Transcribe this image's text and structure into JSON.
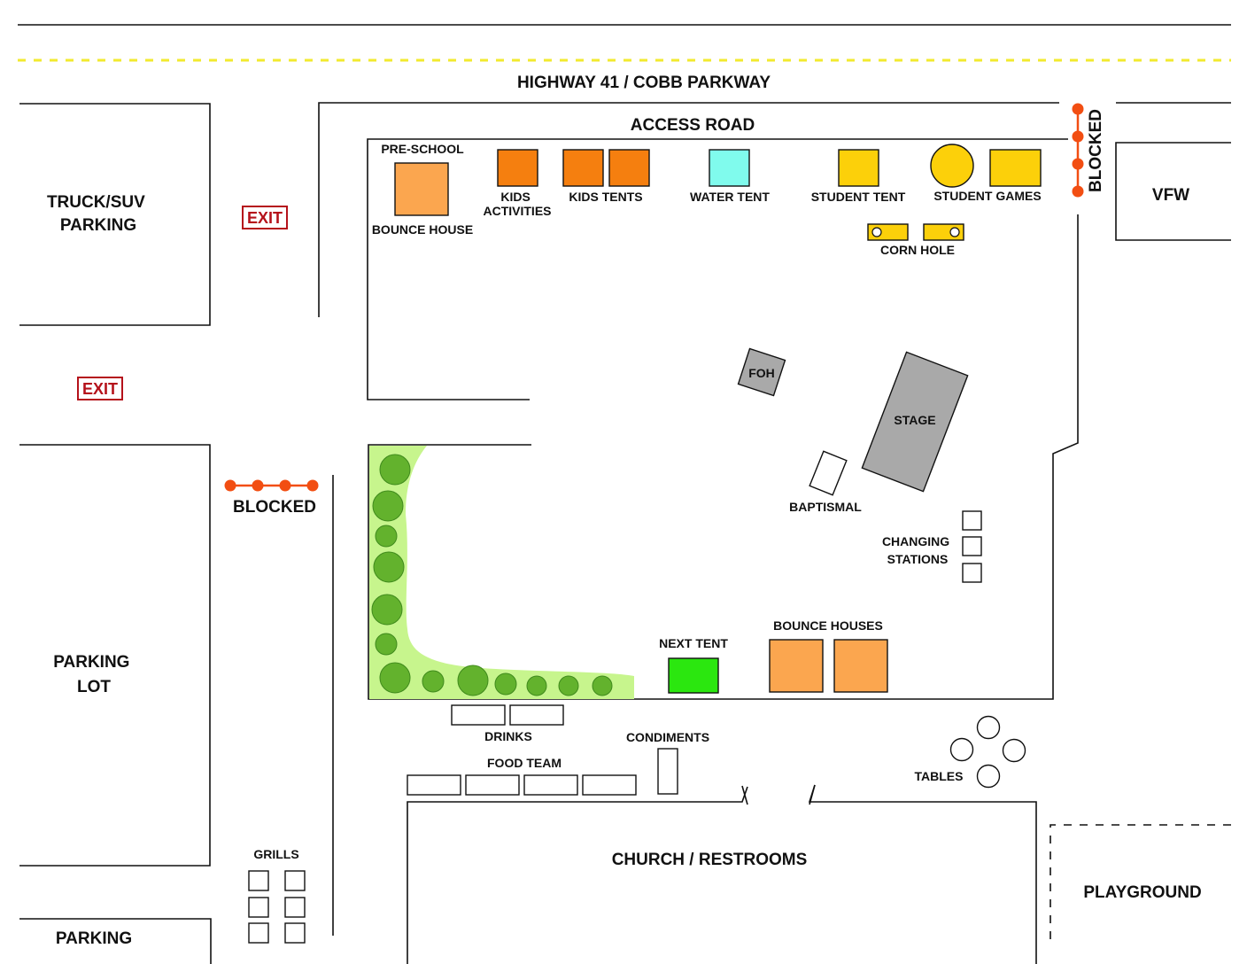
{
  "roads": {
    "highway": "HIGHWAY 41 / COBB PARKWAY",
    "access_road": "ACCESS ROAD"
  },
  "areas": {
    "truck_suv_parking": [
      "TRUCK/SUV",
      "PARKING"
    ],
    "parking_lot": [
      "PARKING",
      "LOT"
    ],
    "parking_bottom": "PARKING",
    "vfw": "VFW",
    "church": "CHURCH / RESTROOMS",
    "playground": "PLAYGROUND"
  },
  "exits": {
    "label": "EXIT"
  },
  "blocked": {
    "label": "BLOCKED"
  },
  "stations": {
    "pre_school": "PRE-SCHOOL",
    "bounce_house": "BOUNCE HOUSE",
    "kids_activities": [
      "KIDS",
      "ACTIVITIES"
    ],
    "kids_tents": "KIDS TENTS",
    "water_tent": "WATER TENT",
    "student_tent": "STUDENT TENT",
    "student_games": "STUDENT GAMES",
    "corn_hole": "CORN HOLE",
    "foh": "FOH",
    "stage": "STAGE",
    "baptismal": "BAPTISMAL",
    "changing_stations": [
      "CHANGING",
      "STATIONS"
    ],
    "bounce_houses": "BOUNCE HOUSES",
    "next_tent": "NEXT TENT",
    "drinks": "DRINKS",
    "condiments": "CONDIMENTS",
    "food_team": "FOOD TEAM",
    "tables": "TABLES",
    "grills": "GRILLS"
  },
  "colors": {
    "orange_light": "#fba64f",
    "orange": "#f57f0f",
    "cyan": "#80fbed",
    "yellow": "#fcd00a",
    "green": "#2be70f",
    "gray": "#a9a9a9",
    "lawn": "#c7f58d",
    "tree": "#63b22d",
    "blocked_marker": "#f24e12",
    "exit_red": "#b5121b",
    "centerline": "#f2ea2f"
  }
}
